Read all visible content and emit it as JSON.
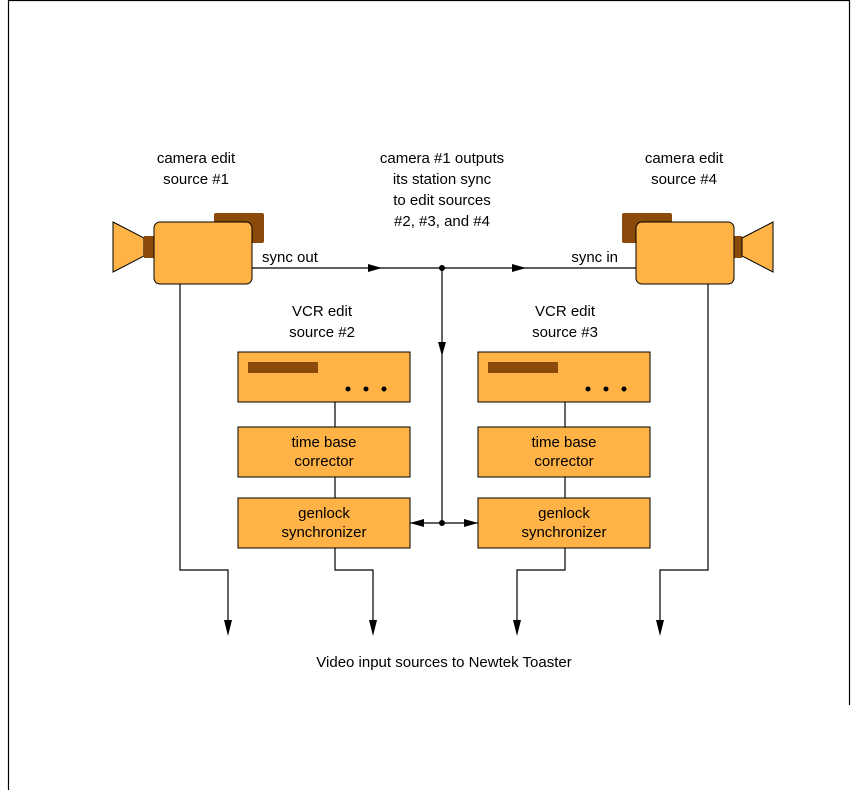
{
  "colors": {
    "device": "#FFB347",
    "accent": "#8B4A0A",
    "line": "#000000",
    "background": "#ffffff"
  },
  "labels": {
    "camera1": [
      "camera edit",
      "source #1"
    ],
    "camera4": [
      "camera edit",
      "source #4"
    ],
    "note": [
      "camera #1 outputs",
      "its station sync",
      "to edit sources",
      "#2, #3, and #4"
    ],
    "sync_out": "sync out",
    "sync_in": "sync in",
    "vcr2": [
      "VCR edit",
      "source #2"
    ],
    "vcr3": [
      "VCR edit",
      "source #3"
    ],
    "tbc": [
      "time base",
      "corrector"
    ],
    "genlock": [
      "genlock",
      "synchronizer"
    ],
    "footer": "Video input sources to Newtek Toaster"
  },
  "icons": {
    "camera": "video-camera-icon",
    "vcr": "vcr-deck-icon"
  }
}
